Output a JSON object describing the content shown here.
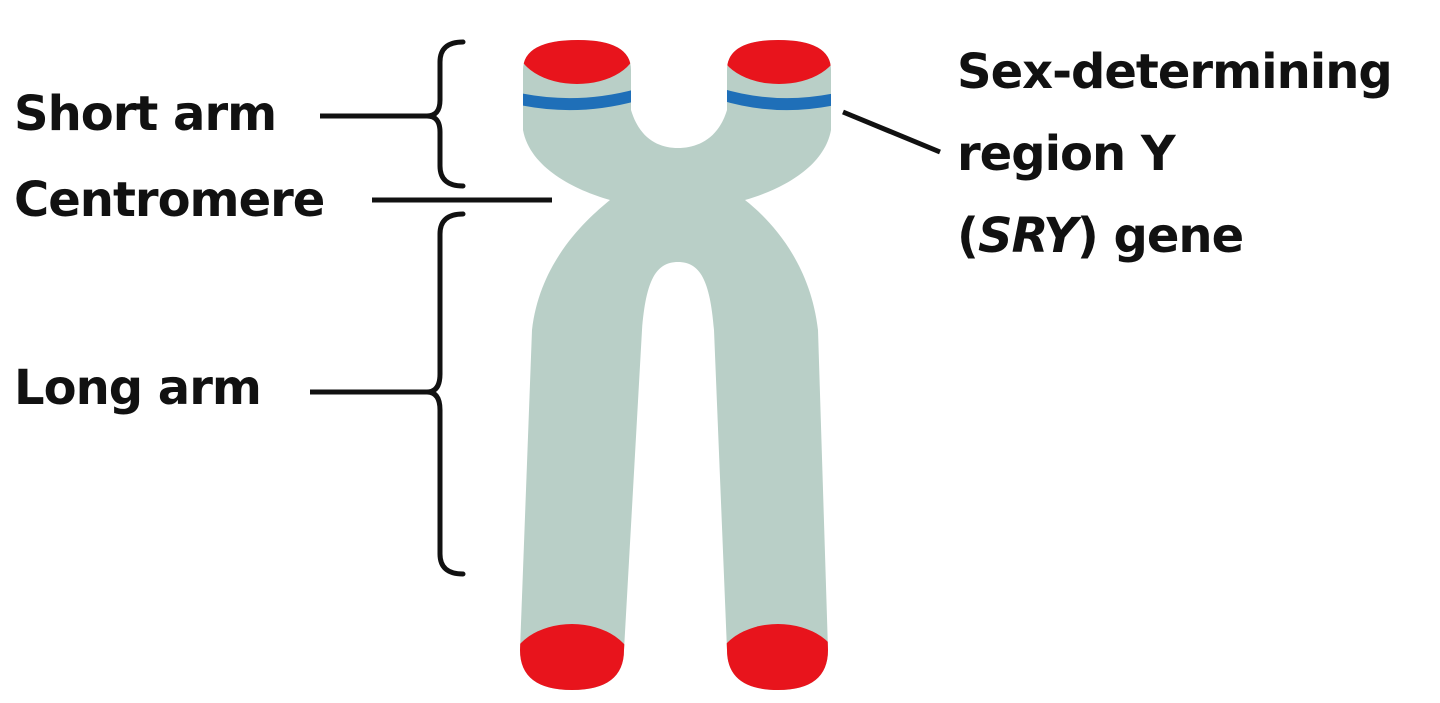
{
  "labels": {
    "short_arm": "Short arm",
    "centromere": "Centromere",
    "long_arm": "Long arm",
    "sry_line1": "Sex-determining",
    "sry_line2": "region Y",
    "sry_line3_open": "(",
    "sry_line3_italic": "SRY",
    "sry_line3_close": ") gene"
  },
  "colors": {
    "chromosome_body": "#b9cfc7",
    "telomere": "#e8141c",
    "sry_band": "#1f6fb8",
    "text": "#111111",
    "lines": "#111111"
  }
}
